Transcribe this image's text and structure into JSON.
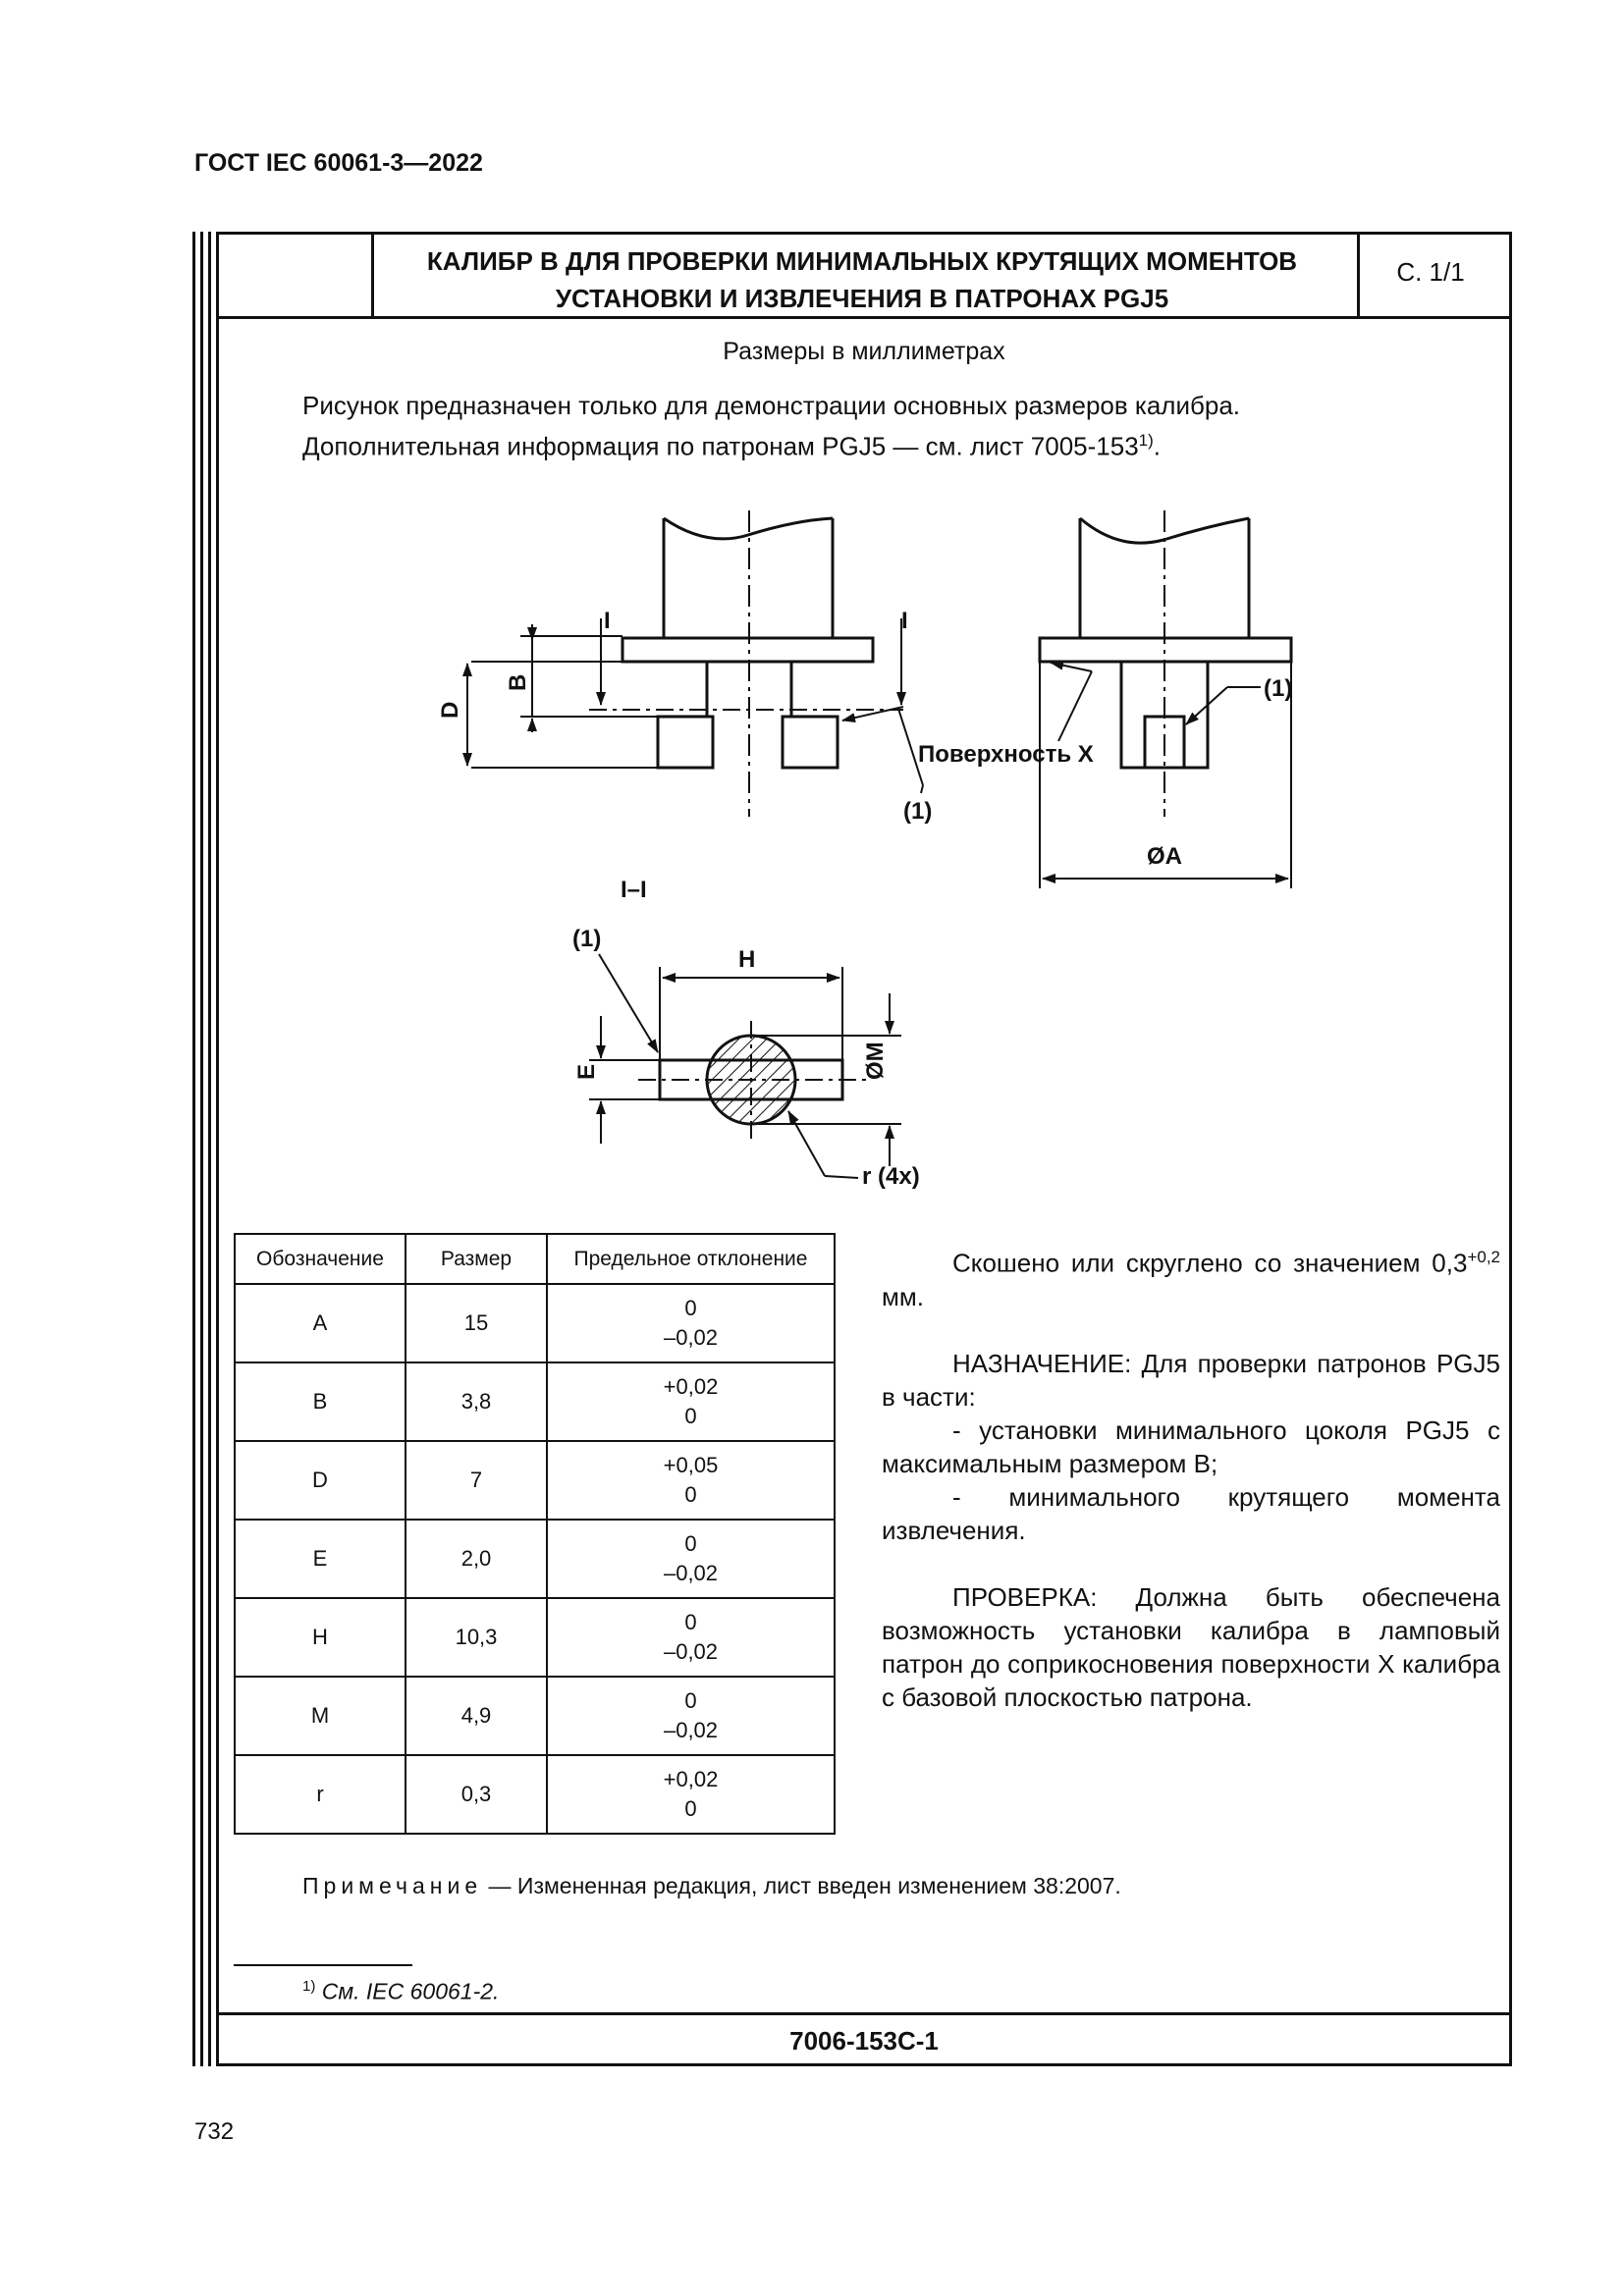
{
  "header": {
    "doc_code": "ГОСТ IEC 60061-3—2022"
  },
  "sheet": {
    "title_line1": "КАЛИБР В ДЛЯ ПРОВЕРКИ МИНИМАЛЬНЫХ КРУТЯЩИХ МОМЕНТОВ",
    "title_line2": "УСТАНОВКИ И ИЗВЛЕЧЕНИЯ В ПАТРОНАХ PGJ5",
    "page": "С. 1/1",
    "number": "7006-153С-1"
  },
  "units_note": "Размеры в миллиметрах",
  "intro": {
    "line1": "Рисунок предназначен только для демонстрации основных размеров калибра.",
    "line2": "Дополнительная информация по патронам PGJ5 — см. лист 7005-153",
    "line2_sup": "1)",
    "line2_end": "."
  },
  "drawing_labels": {
    "section_mark_left": "I",
    "section_mark_right": "I",
    "dim_D": "D",
    "dim_B": "B",
    "surface_x": "Поверхность X",
    "ref1_a": "(1)",
    "ref1_b": "(1)",
    "ref1_c": "(1)",
    "dim_A": "ØA",
    "section_title": "I–I",
    "dim_H": "H",
    "dim_E": "E",
    "dim_M": "ØM",
    "radius": "r (4x)"
  },
  "table": {
    "headers": [
      "Обозначение",
      "Размер",
      "Предельное отклонение"
    ],
    "rows": [
      {
        "symbol": "A",
        "size": "15",
        "dev_upper": "0",
        "dev_lower": "–0,02"
      },
      {
        "symbol": "B",
        "size": "3,8",
        "dev_upper": "+0,02",
        "dev_lower": "0"
      },
      {
        "symbol": "D",
        "size": "7",
        "dev_upper": "+0,05",
        "dev_lower": "0"
      },
      {
        "symbol": "E",
        "size": "2,0",
        "dev_upper": "0",
        "dev_lower": "–0,02"
      },
      {
        "symbol": "H",
        "size": "10,3",
        "dev_upper": "0",
        "dev_lower": "–0,02"
      },
      {
        "symbol": "M",
        "size": "4,9",
        "dev_upper": "0",
        "dev_lower": "–0,02"
      },
      {
        "symbol": "r",
        "size": "0,3",
        "dev_upper": "+0,02",
        "dev_lower": "0"
      }
    ]
  },
  "side_text": {
    "chamfer_1": "Скошено или скруглено со значением",
    "chamfer_2": "0,3",
    "chamfer_sup": "+0,2",
    "chamfer_3": " мм.",
    "purpose_1": "НАЗНАЧЕНИЕ: Для проверки патронов PGJ5 в части:",
    "purpose_2": "- установки минимального цоколя PGJ5 с максимальным размером В;",
    "purpose_3": "- минимального крутящего момента извлечения.",
    "check": "ПРОВЕРКА: Должна быть обеспечена возможность установки калибра в ламповый патрон до соприкосновения поверхности X калибра с базовой плоскостью патрона."
  },
  "note": {
    "label": "Примечание",
    "text": " — Измененная редакция, лист введен изменением 38:2007."
  },
  "footnote": {
    "mark": "1)",
    "text": " См. IEC 60061-2."
  },
  "page_number": "732"
}
